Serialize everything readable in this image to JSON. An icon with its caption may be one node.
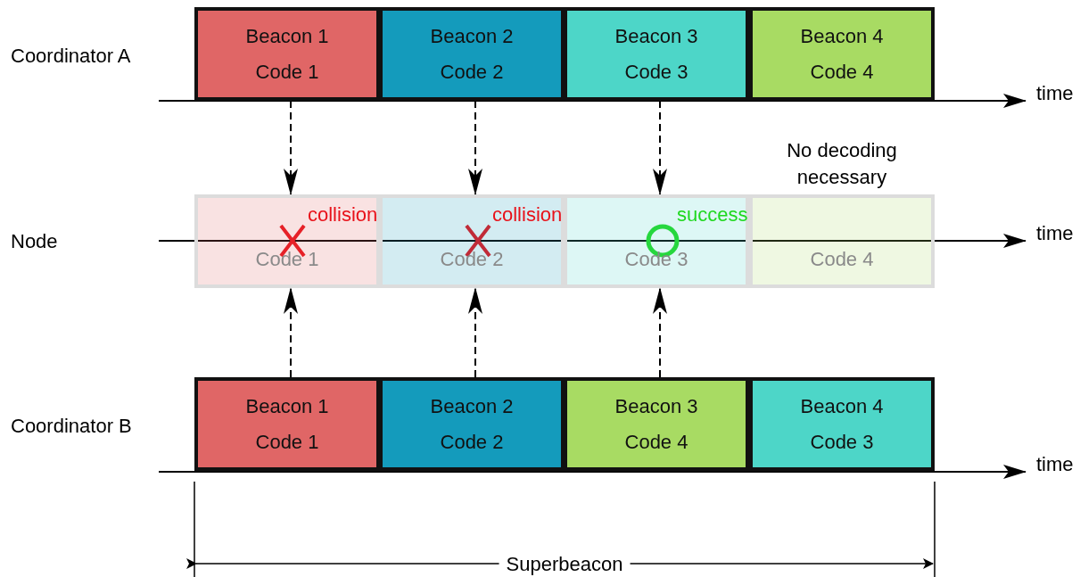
{
  "diagram": {
    "nodes": [
      {
        "text": [
          "Beacon 1",
          "Code 1"
        ]
      },
      {
        "text": [
          "Beacon 2",
          "Code 2"
        ]
      },
      {
        "text": [
          "Beacon 3",
          "Code 3"
        ]
      },
      {
        "text": [
          "Beacon 4",
          "Code 4"
        ]
      },
      {
        "text": [
          "Code 1"
        ]
      },
      {
        "text": [
          "Code 2"
        ]
      },
      {
        "text": [
          "Code 3"
        ]
      },
      {
        "text": [
          "Code 4"
        ],
        "beside": [
          "No decoding necessary"
        ]
      },
      {
        "text": [
          "Beacon 1",
          "Code 1"
        ]
      },
      {
        "text": [
          "Beacon 2",
          "Code 2"
        ]
      },
      {
        "text": [
          "Beacon 3",
          "Code 4"
        ]
      },
      {
        "text": [
          "Beacon 4",
          "Code 3"
        ]
      }
    ],
    "edges": [
      {
        "from": 0,
        "to": 4,
        "arrow": "to",
        "style": "dashed"
      },
      {
        "from": 1,
        "to": 5,
        "arrow": "to",
        "style": "dashed"
      },
      {
        "from": 2,
        "to": 6,
        "arrow": "to",
        "style": "dashed"
      },
      {
        "from": 8,
        "to": 4,
        "arrow": "to",
        "style": "dashed"
      },
      {
        "from": 9,
        "to": 5,
        "arrow": "to",
        "style": "dashed"
      },
      {
        "from": 10,
        "to": 6,
        "arrow": "to",
        "style": "dashed"
      }
    ],
    "labels": [
      "Coordinator A",
      "time",
      "collision",
      "collision",
      "success",
      "Node",
      "time",
      "Coordinator B",
      "time",
      "Superbeacon"
    ]
  }
}
